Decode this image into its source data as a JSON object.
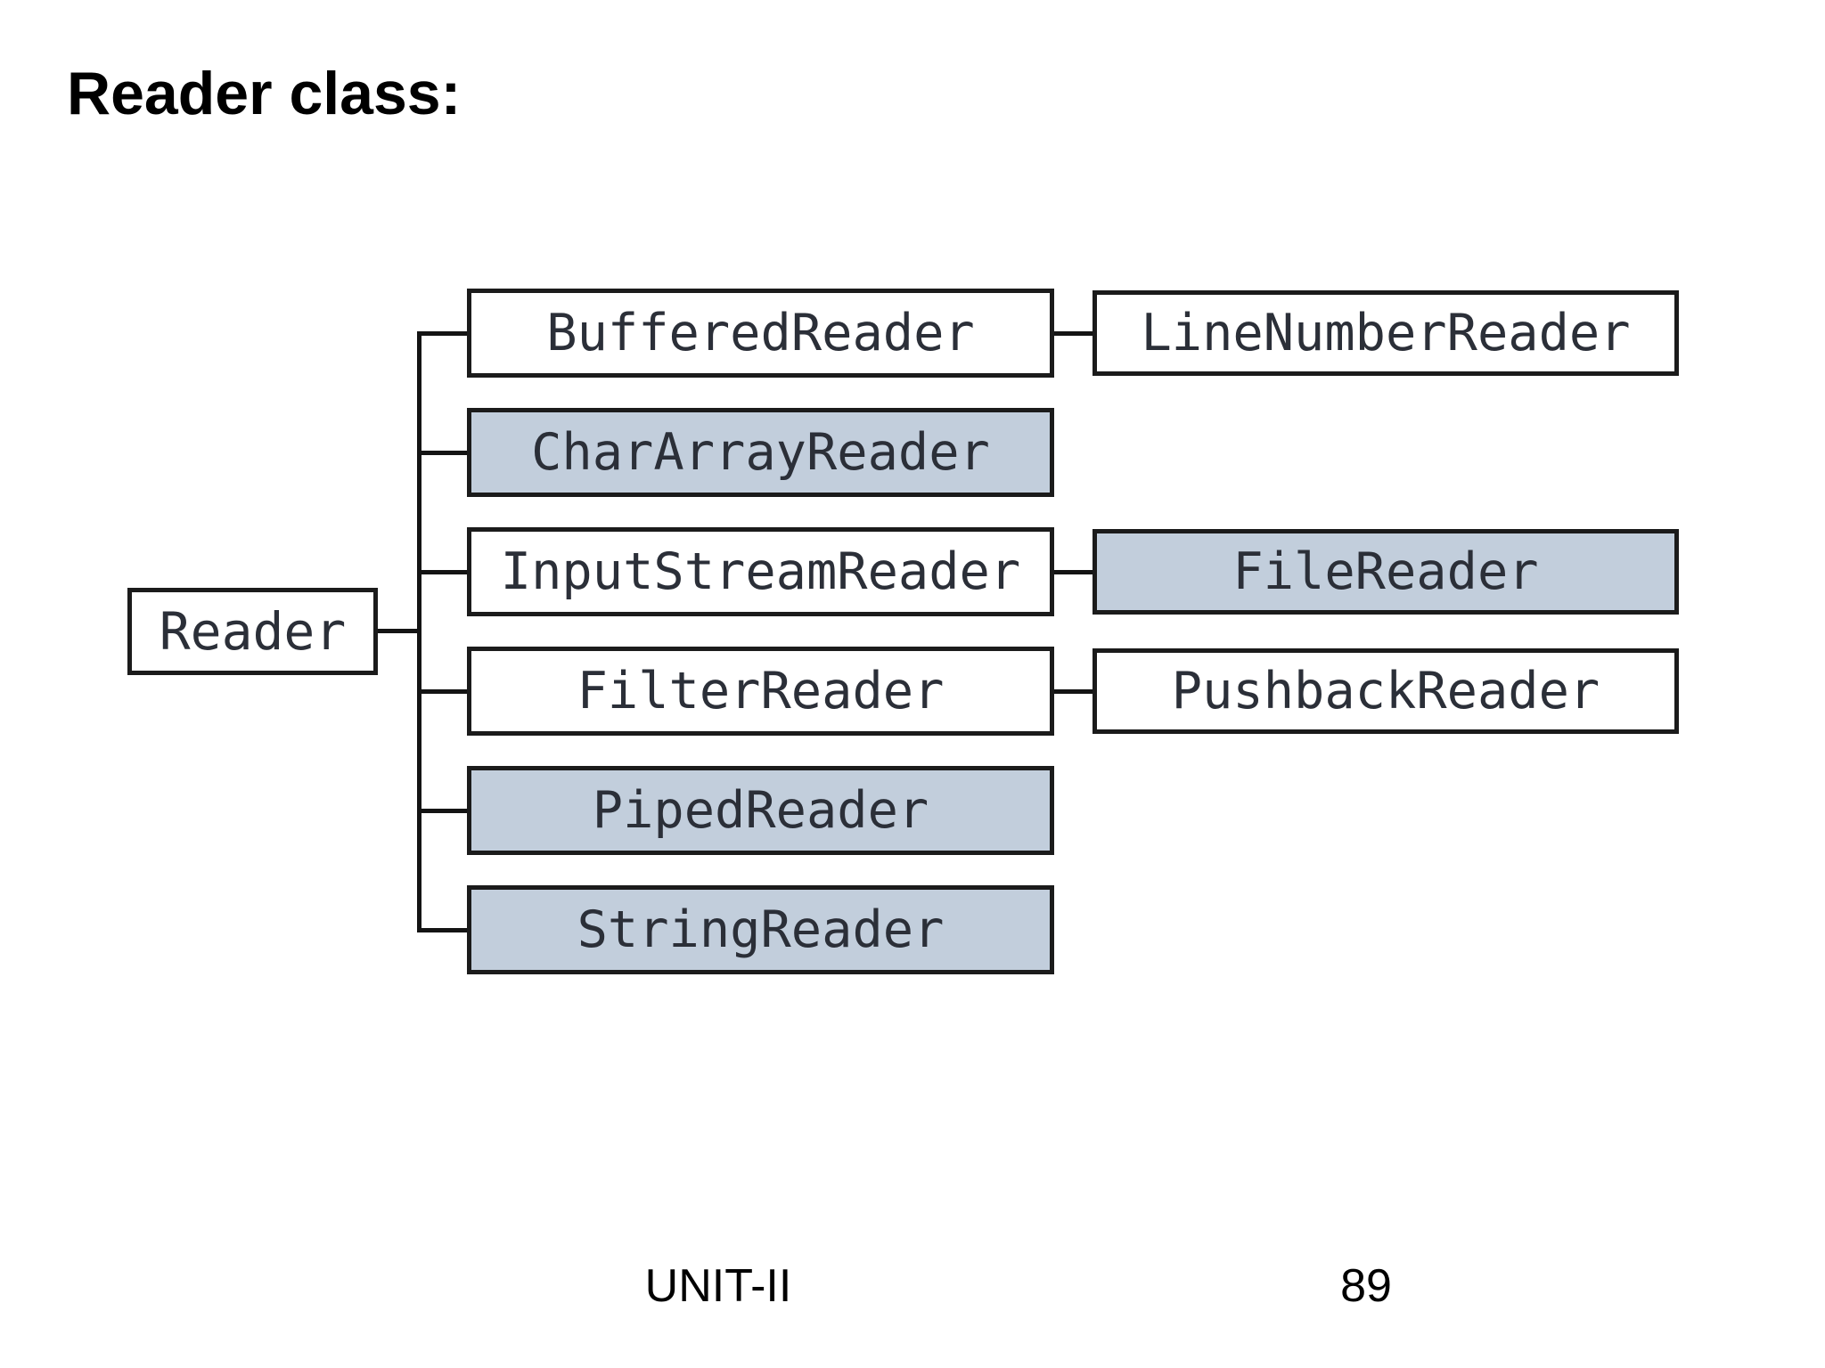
{
  "title": "Reader class:",
  "diagram": {
    "root": {
      "label": "Reader"
    },
    "children": [
      {
        "label": "BufferedReader",
        "variant": "white"
      },
      {
        "label": "CharArrayReader",
        "variant": "blue"
      },
      {
        "label": "InputStreamReader",
        "variant": "white"
      },
      {
        "label": "FilterReader",
        "variant": "white"
      },
      {
        "label": "PipedReader",
        "variant": "blue"
      },
      {
        "label": "StringReader",
        "variant": "blue"
      }
    ],
    "grandchildren": [
      {
        "label": "LineNumberReader",
        "parent": "BufferedReader",
        "variant": "white"
      },
      {
        "label": "FileReader",
        "parent": "InputStreamReader",
        "variant": "blue"
      },
      {
        "label": "PushbackReader",
        "parent": "FilterReader",
        "variant": "white"
      }
    ],
    "colors": {
      "highlight_fill": "#c2cedc",
      "box_border": "#1b1b1b",
      "connector_line": "#141414",
      "box_text": "#2b2f38"
    }
  },
  "footer": {
    "section": "UNIT-II",
    "page": "89"
  }
}
